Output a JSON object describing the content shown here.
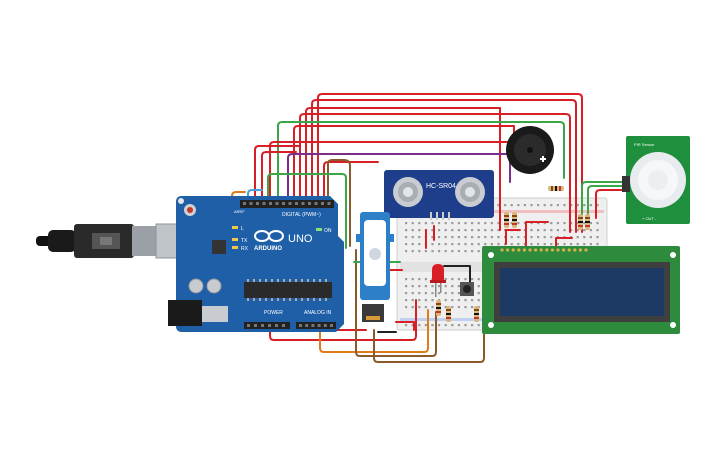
{
  "arduino": {
    "brand": "ARDUINO",
    "model": "UNO",
    "digital_header": "DIGITAL (PWM~)",
    "power_header": "POWER",
    "analog_header": "ANALOG IN",
    "tx": "TX",
    "rx": "RX",
    "on": "ON",
    "l": "L",
    "aref": "AREF"
  },
  "sonar": {
    "model": "HC-SR04"
  },
  "pir": {
    "label_top": "PIR Sensor",
    "label_bottom": "+ OUT -"
  },
  "colors": {
    "board": "#1f5fa8",
    "wire_red": "#d81f26",
    "wire_green": "#3aa648",
    "wire_purple": "#7b2d8e",
    "wire_brown": "#8a5a2b",
    "wire_orange": "#e07b1c",
    "wire_black": "#222222",
    "wire_blue": "#4aa0d8",
    "lcd_screen": "#1c3a63",
    "lcd_pcb": "#2e8a3c",
    "pir_pcb": "#1e8f3c"
  }
}
